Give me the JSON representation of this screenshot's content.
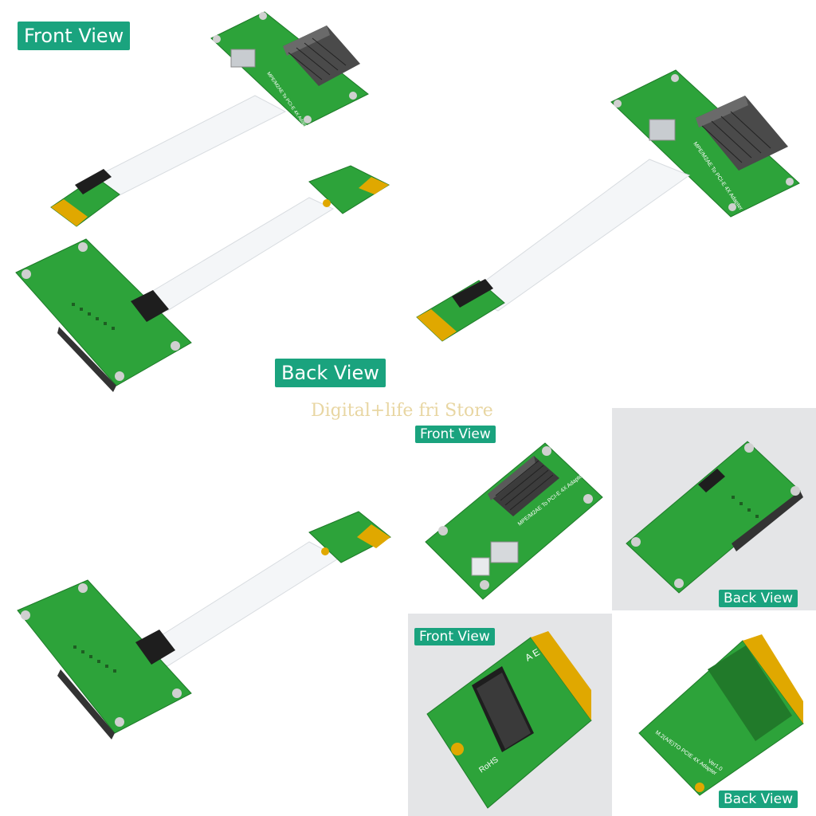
{
  "labels": {
    "front_view": "Front View",
    "back_view": "Back View"
  },
  "watermark": "Digital+life fri Store",
  "colors": {
    "pcb_green": "#2da33a",
    "label_teal": "#1aa37e",
    "gold_contacts": "#e0a800",
    "ribbon": "#f4f6f8",
    "panel_gray": "#e4e5e7"
  },
  "board_texts": {
    "adapter_name": "MPE/M2AE To PCI-E 4X Adapter",
    "m2_adapter_name": "M.2(A/E)TO PCIE 4X Adapter",
    "version": "Ver1.0",
    "rohs": "RoHS",
    "key_mark": "A E"
  }
}
